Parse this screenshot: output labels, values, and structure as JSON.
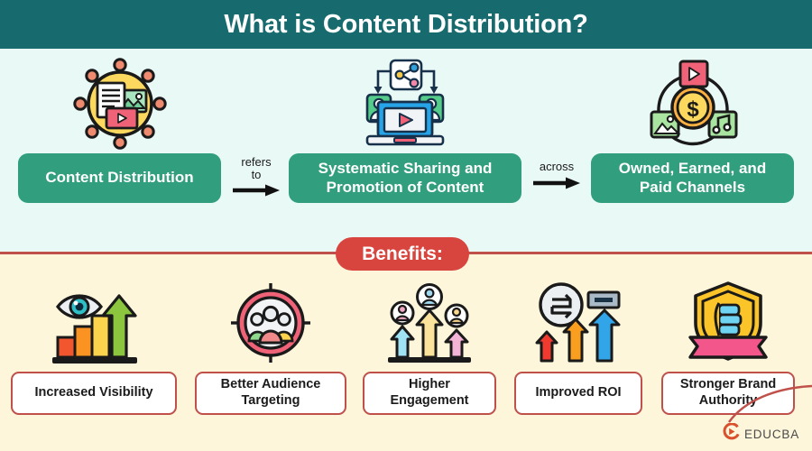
{
  "header": {
    "title": "What is Content Distribution?",
    "background_color": "#176b6e",
    "text_color": "#ffffff"
  },
  "theme": {
    "upper_background": "#e9f9f6",
    "lower_background": "#fdf6da",
    "divider_color": "#c0504a",
    "pill_green": "#319e7d",
    "badge_red": "#d8453f",
    "box_border": "#c0504a"
  },
  "flow": {
    "nodes": [
      {
        "label": "Content Distribution",
        "icon_name": "content-network-icon"
      },
      {
        "label": "Systematic Sharing and Promotion of Content",
        "icon_name": "share-laptop-icon"
      },
      {
        "label": "Owned, Earned, and Paid Channels",
        "icon_name": "media-monetization-icon"
      }
    ],
    "connectors": [
      {
        "label": "refers\nto",
        "icon_name": "arrow-right-icon"
      },
      {
        "label": "across",
        "icon_name": "arrow-right-icon"
      }
    ]
  },
  "benefits_section": {
    "badge_label": "Benefits:",
    "items": [
      {
        "label": "Increased Visibility",
        "icon_name": "eye-growth-chart-icon"
      },
      {
        "label": "Better Audience Targeting",
        "icon_name": "target-audience-icon"
      },
      {
        "label": "Higher Engagement",
        "icon_name": "users-rising-arrows-icon"
      },
      {
        "label": "Improved ROI",
        "icon_name": "roi-arrows-icon"
      },
      {
        "label": "Stronger Brand Authority",
        "icon_name": "shield-badge-icon"
      }
    ]
  },
  "logo": {
    "text": "EDUCBA",
    "icon_name": "educba-logo-icon",
    "color": "#d9502e"
  }
}
